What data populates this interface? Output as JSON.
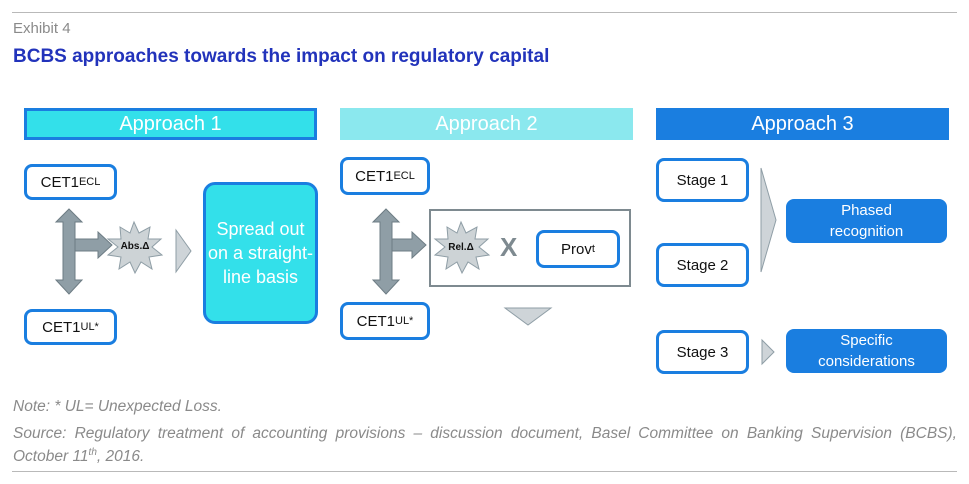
{
  "header": {
    "exhibit": "Exhibit 4",
    "title": "BCBS approaches towards the impact on regulatory capital"
  },
  "approach1": {
    "label": "Approach 1",
    "cet1_ecl_main": "CET1",
    "cet1_ecl_sub": "ECL",
    "cet1_ul_main": "CET1",
    "cet1_ul_sub": "UL*",
    "delta": "Abs.Δ",
    "result": "Spread out on a straight-line basis",
    "colors": {
      "fill": "#33e0ea",
      "border": "#1a7ee0"
    }
  },
  "approach2": {
    "label": "Approach 2",
    "cet1_ecl_main": "CET1",
    "cet1_ecl_sub": "ECL",
    "cet1_ul_main": "CET1",
    "cet1_ul_sub": "UL*",
    "delta": "Rel.Δ",
    "operator": "X",
    "prov_main": "Prov",
    "prov_sub": "t",
    "colors": {
      "fill": "#8be8ee"
    }
  },
  "approach3": {
    "label": "Approach 3",
    "stage1": "Stage 1",
    "stage2": "Stage 2",
    "stage3": "Stage 3",
    "phased": "Phased recognition",
    "specific": "Specific considerations",
    "colors": {
      "fill": "#1a7ee0"
    }
  },
  "footer": {
    "note": "Note: * UL= Unexpected Loss.",
    "source_prefix": "Source: Regulatory treatment of accounting provisions – discussion document, Basel Committee on Banking Supervision (BCBS), October 11",
    "source_sup": "th",
    "source_suffix": ", 2016."
  }
}
